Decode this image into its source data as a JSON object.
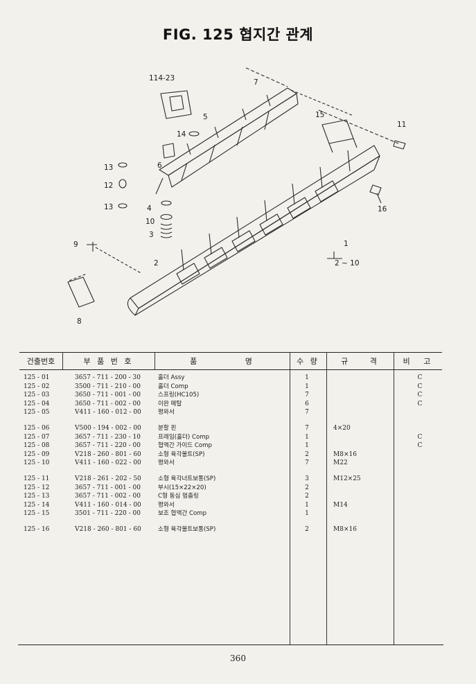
{
  "figure": {
    "title": "FIG. 125 협지간 관계",
    "callouts": {
      "c114_23": "114-23",
      "c7": "7",
      "c5": "5",
      "c15": "15",
      "c11": "11",
      "c14": "14",
      "c6": "6",
      "c13a": "13",
      "c12": "12",
      "c13b": "13",
      "c16": "16",
      "c4": "4",
      "c10": "10",
      "c3": "3",
      "c1": "1",
      "c2_10": "2 ~ 10",
      "c9": "9",
      "c2": "2",
      "c8": "8"
    }
  },
  "table": {
    "headers": {
      "no": "건출번호",
      "part": "부 품 번 호",
      "name": "품 명",
      "qty": "수 량",
      "spec": "규 격",
      "note": "비 고"
    },
    "rows": [
      {
        "no": "125 - 01",
        "part": "3657 - 711 - 200 - 30",
        "name": "홀더 Assy",
        "qty": "1",
        "spec": "",
        "note": "C"
      },
      {
        "no": "125 - 02",
        "part": "3500 - 711 - 210 - 00",
        "name": "홀더 Comp",
        "qty": "1",
        "spec": "",
        "note": "C"
      },
      {
        "no": "125 - 03",
        "part": "3650 - 711 - 001 - 00",
        "name": "스프링(HC105)",
        "qty": "7",
        "spec": "",
        "note": "C"
      },
      {
        "no": "125 - 04",
        "part": "3650 - 711 - 002 - 00",
        "name": "이완 메탈",
        "qty": "6",
        "spec": "",
        "note": "C"
      },
      {
        "no": "125 - 05",
        "part": "V411 - 160 - 012 - 00",
        "name": "평와서",
        "qty": "7",
        "spec": "",
        "note": ""
      },
      {
        "no": "125 - 06",
        "part": "V500 - 194 - 002 - 00",
        "name": "분할 핀",
        "qty": "7",
        "spec": "4×20",
        "note": "",
        "gap": true
      },
      {
        "no": "125 - 07",
        "part": "3657 - 711 - 230 - 10",
        "name": "프레임(홀더) Comp",
        "qty": "1",
        "spec": "",
        "note": "C"
      },
      {
        "no": "125 - 08",
        "part": "3657 - 711 - 220 - 00",
        "name": "협액간 가이드 Comp",
        "qty": "1",
        "spec": "",
        "note": "C"
      },
      {
        "no": "125 - 09",
        "part": "V218 - 260 - 801 - 60",
        "name": "소형 육각볼트(SP)",
        "qty": "2",
        "spec": "M8×16",
        "note": ""
      },
      {
        "no": "125 - 10",
        "part": "V411 - 160 - 022 - 00",
        "name": "평와서",
        "qty": "7",
        "spec": "M22",
        "note": ""
      },
      {
        "no": "125 - 11",
        "part": "V218 - 261 - 202 - 50",
        "name": "소형 육각너트보통(SP)",
        "qty": "3",
        "spec": "M12×25",
        "note": "",
        "gap": true
      },
      {
        "no": "125 - 12",
        "part": "3657 - 711 - 001 - 00",
        "name": "부시(15×22×20)",
        "qty": "2",
        "spec": "",
        "note": ""
      },
      {
        "no": "125 - 13",
        "part": "3657 - 711 - 002 - 00",
        "name": "C형 동심 멈춤링",
        "qty": "2",
        "spec": "",
        "note": ""
      },
      {
        "no": "125 - 14",
        "part": "V411 - 160 - 014 - 00",
        "name": "평와서",
        "qty": "1",
        "spec": "M14",
        "note": ""
      },
      {
        "no": "125 - 15",
        "part": "3501 - 711 - 220 - 00",
        "name": "보조 협액간 Comp",
        "qty": "1",
        "spec": "",
        "note": ""
      },
      {
        "no": "125 - 16",
        "part": "V218 - 260 - 801 - 60",
        "name": "소형 육각볼트보통(SP)",
        "qty": "2",
        "spec": "M8×16",
        "note": "",
        "gap": true
      }
    ]
  },
  "footer": {
    "page_number": "360"
  }
}
